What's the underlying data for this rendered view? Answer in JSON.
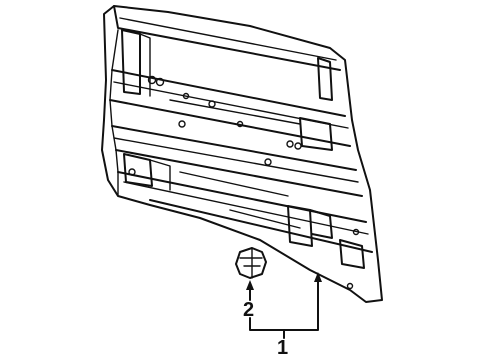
{
  "diagram": {
    "callouts": [
      {
        "id": "1",
        "label": "1"
      },
      {
        "id": "2",
        "label": "2"
      }
    ],
    "line_color": "#111111",
    "background": "#ffffff"
  }
}
